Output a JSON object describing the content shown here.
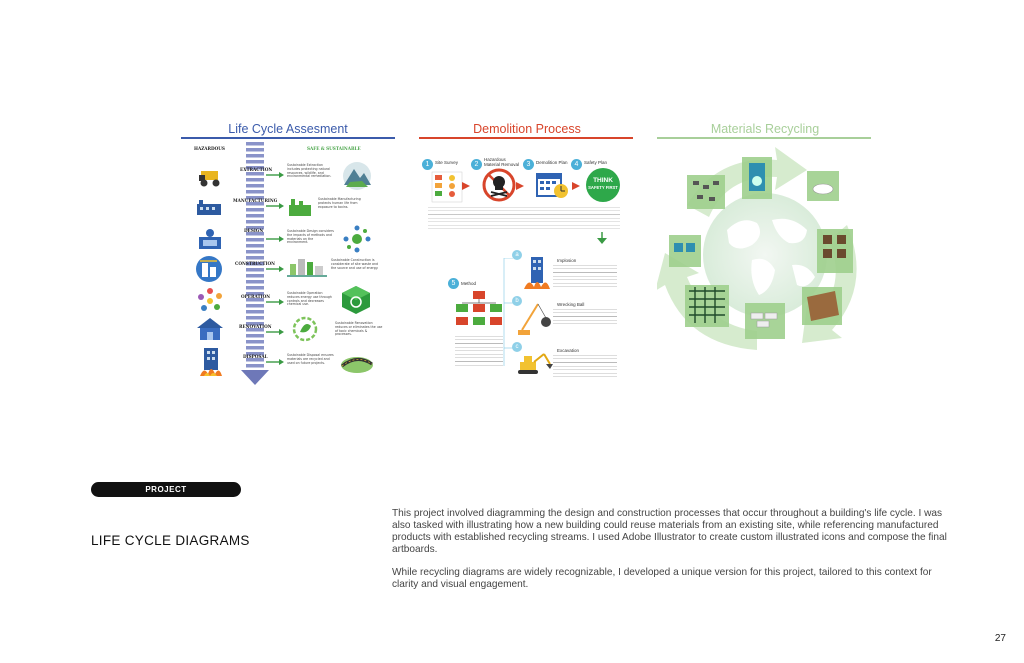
{
  "panels": {
    "lca": {
      "title": "Life Cycle Assesment",
      "left_head": "HAZARDOUS",
      "right_head": "SAFE & SUSTAINABLE",
      "stages": [
        "EXTRACTION",
        "MANUFACTURING",
        "DESIGN",
        "CONSTRUCTION",
        "OPERATION",
        "RENOVATION",
        "DISPOSAL"
      ],
      "notes": [
        "Sustainable Extraction includes protecting natural resources, wildlife, and environmental remediation.",
        "Sustainable Manufacturing protects human life from exposure to toxins.",
        "Sustainable Design considers the impacts of methods and materials on the environment.",
        "Sustainable Construction is considerate of site waste and the source and use of energy.",
        "Sustainable Operation reduces energy use through controls and decreases chemical use.",
        "Sustainable Renovation reduces or eliminates the use of toxic chemicals & processes.",
        "Sustainable Disposal ensures materials are recycled and used on future projects."
      ]
    },
    "demo": {
      "title": "Demolition Process",
      "steps": [
        {
          "num": "1",
          "label": "Site Survey"
        },
        {
          "num": "2",
          "label": "Hazardous Material Removal"
        },
        {
          "num": "3",
          "label": "Demolition Plan"
        },
        {
          "num": "4",
          "label": "Safety Plan"
        }
      ],
      "sign_line1": "THINK",
      "sign_line2": "SAFETY FIRST",
      "method_num": "5",
      "method_label": "Method",
      "methods": [
        {
          "letter": "a",
          "label": "Implosion"
        },
        {
          "letter": "b",
          "label": "Wrecking Ball"
        },
        {
          "letter": "c",
          "label": "Excavation"
        }
      ]
    },
    "recycle": {
      "title": "Materials Recycling"
    }
  },
  "colors": {
    "lca_blue": "#3b5bab",
    "demo_red": "#d8452b",
    "recycle_green": "#7ab648",
    "step_blue": "#4bb0d8"
  },
  "project": {
    "badge": "PROJECT",
    "title": "LIFE CYCLE DIAGRAMS",
    "paragraph1": "This project involved diagramming the design and construction processes that occur throughout a building's life cycle. I was also tasked with illustrating how a new building could reuse materials from an existing site, while referencing manufactured products with established recycling streams. I used Adobe Illustrator to create custom illustrated icons and compose the final artboards.",
    "paragraph2": "While recycling diagrams are widely recognizable, I developed a unique version for this project, tailored to this context for clarity and visual engagement."
  },
  "page_number": "27"
}
